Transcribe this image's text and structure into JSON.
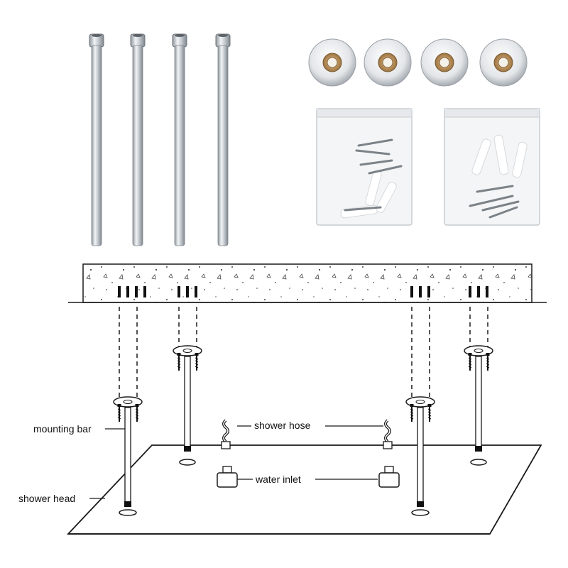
{
  "labels": {
    "mounting_bar": "mounting bar",
    "shower_head": "shower head",
    "shower_hose": "shower hose",
    "water_inlet": "water inlet"
  },
  "parts": {
    "rods": 4,
    "flange_caps": 4,
    "screw_bags": 2
  },
  "colors": {
    "steel_light": "#eef0f2",
    "steel_dark": "#9aa0a6",
    "brass": "#c8a06a",
    "line": "#1a1a1a"
  }
}
